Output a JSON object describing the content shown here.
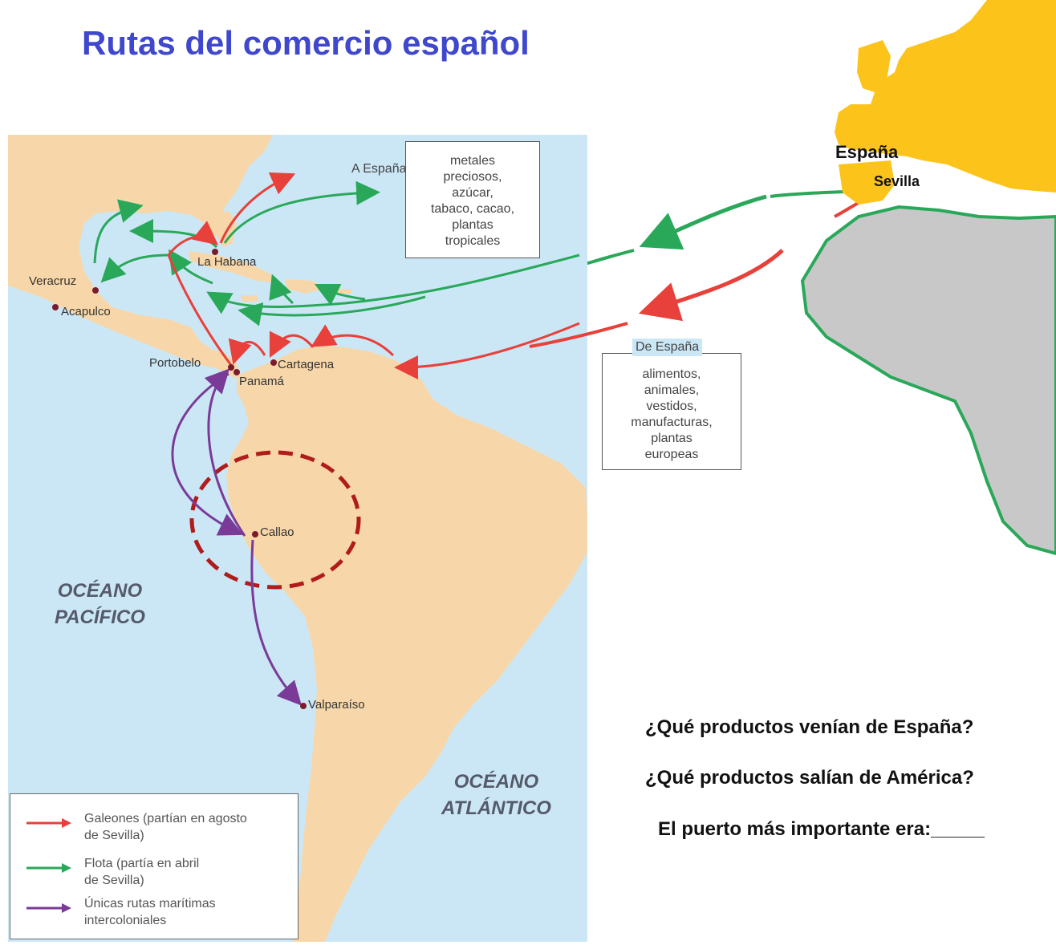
{
  "title": "Rutas del comercio español",
  "places": {
    "veracruz": "Veracruz",
    "acapulco": "Acapulco",
    "la_habana": "La Habana",
    "portobelo": "Portobelo",
    "panama": "Panamá",
    "cartagena": "Cartagena",
    "callao": "Callao",
    "valparaiso": "Valparaíso"
  },
  "oceans": {
    "pacifico": [
      "OCÉANO",
      "PACÍFICO"
    ],
    "atlantico": [
      "OCÉANO",
      "ATLÁNTICO"
    ]
  },
  "to_spain": {
    "label": "A España",
    "items": [
      "metales",
      "preciosos,",
      "azúcar,",
      "tabaco, cacao,",
      "plantas",
      "tropicales"
    ]
  },
  "from_spain": {
    "label": "De España",
    "items": [
      "alimentos,",
      "animales,",
      "vestidos,",
      "manufacturas,",
      "plantas",
      "europeas"
    ]
  },
  "legend": [
    {
      "color": "#e8403a",
      "lines": [
        "Galeones (partían en agosto",
        "de Sevilla)"
      ]
    },
    {
      "color": "#2aa85a",
      "lines": [
        "Flota (partía en abril",
        "de Sevilla)"
      ]
    },
    {
      "color": "#7a3b98",
      "lines": [
        "Únicas rutas marítimas",
        "intercoloniales"
      ]
    }
  ],
  "europe": {
    "country": "España",
    "city": "Sevilla"
  },
  "questions": [
    "¿Qué productos venían de España?",
    "¿Qué productos salían de América?",
    "El puerto más importante era:_____"
  ],
  "colors": {
    "sea": "#cbe7f6",
    "land": "#f7d7a9",
    "europe_land": "#fcc31a",
    "africa_land": "#c8c8c8",
    "galeones": "#e8403a",
    "flota": "#2aa85a",
    "intercoloniales": "#7a3b98",
    "highlight_circle": "#b01c1c",
    "title": "#3f48cc"
  }
}
